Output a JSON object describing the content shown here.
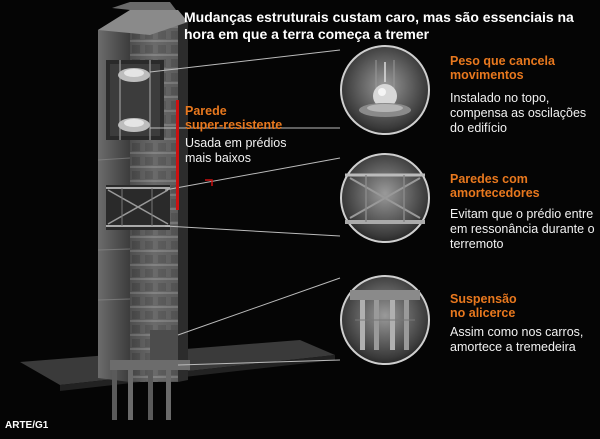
{
  "headline": "Mudanças estruturais custam caro, mas são essenciais na hora em que a terra começa a tremer",
  "callouts": {
    "wall": {
      "title": "Parede\nsuper-resistente",
      "body": "Usada em prédios\nmais baixos"
    },
    "damper": {
      "title": "Peso que cancela\nmovimentos",
      "body": "Instalado no topo,\ncompensa as oscilações\ndo edifício"
    },
    "dampingWalls": {
      "title": "Paredes com\namortecedores",
      "body": "Evitam que o prédio entre\nem ressonância durante o\nterremoto"
    },
    "suspension": {
      "title": "Suspensão\nno alicerce",
      "body": "Assim como nos carros,\namortece a tremedeira"
    }
  },
  "credit": "ARTE/G1",
  "colors": {
    "accent": "#e8781e",
    "marker": "#cc1010",
    "background": "#050505",
    "text": "#ffffff"
  }
}
